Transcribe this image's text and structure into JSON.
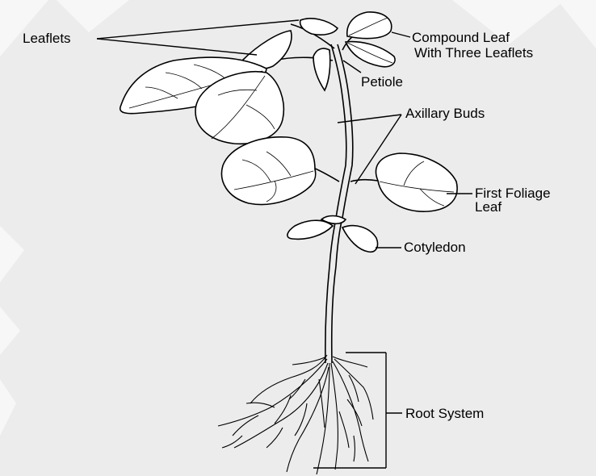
{
  "diagram": {
    "labels": {
      "leaflets": "Leaflets",
      "compound_leaf_line1": "Compound Leaf",
      "compound_leaf_line2": "With Three Leaflets",
      "petiole": "Petiole",
      "axillary_buds": "Axillary Buds",
      "first_foliage_line1": "First Foliage",
      "first_foliage_line2": "Leaf",
      "cotyledon": "Cotyledon",
      "root_system": "Root System"
    }
  }
}
